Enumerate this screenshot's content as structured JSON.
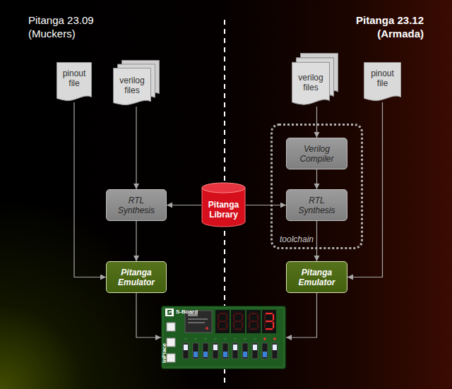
{
  "diagram": {
    "nodes": [
      {
        "text": [
          "pinout file"
        ]
      },
      {
        "text": [
          "verilog files"
        ]
      },
      {
        "text": [
          "verilog files"
        ]
      },
      {
        "text": [
          "pinout file"
        ]
      },
      {
        "text": [
          "toolchain"
        ]
      },
      {
        "text": [
          "Verilog Compiler"
        ],
        "in": 4
      },
      {
        "text": [
          "RTL Synthesis"
        ]
      },
      {
        "text": [
          "Pitanga Library"
        ]
      },
      {
        "text": [
          "RTL Synthesis"
        ],
        "in": 4
      },
      {
        "text": [
          "Pitanga Emulator"
        ]
      },
      {
        "text": [
          "Pitanga Emulator"
        ]
      },
      {
        "text": [
          "S-Board",
          "inPlace"
        ]
      }
    ],
    "edges": [
      {
        "from": 1,
        "to": 6,
        "arrow": "to"
      },
      {
        "from": 6,
        "to": 9,
        "arrow": "to"
      },
      {
        "from": 0,
        "to": 9,
        "arrow": "to"
      },
      {
        "from": 7,
        "to": 6,
        "arrow": "to"
      },
      {
        "from": 7,
        "to": 8,
        "arrow": "to"
      },
      {
        "from": 2,
        "to": 5,
        "arrow": "to"
      },
      {
        "from": 5,
        "to": 8,
        "arrow": "to"
      },
      {
        "from": 8,
        "to": 10,
        "arrow": "to"
      },
      {
        "from": 3,
        "to": 10,
        "arrow": "to"
      },
      {
        "from": 9,
        "to": 11,
        "arrow": "to"
      },
      {
        "from": 10,
        "to": 11,
        "arrow": "to"
      }
    ],
    "labels": [
      "Pitanga 23.09",
      "(Muckers)",
      "Pitanga 23.12",
      "(Armada)"
    ]
  }
}
